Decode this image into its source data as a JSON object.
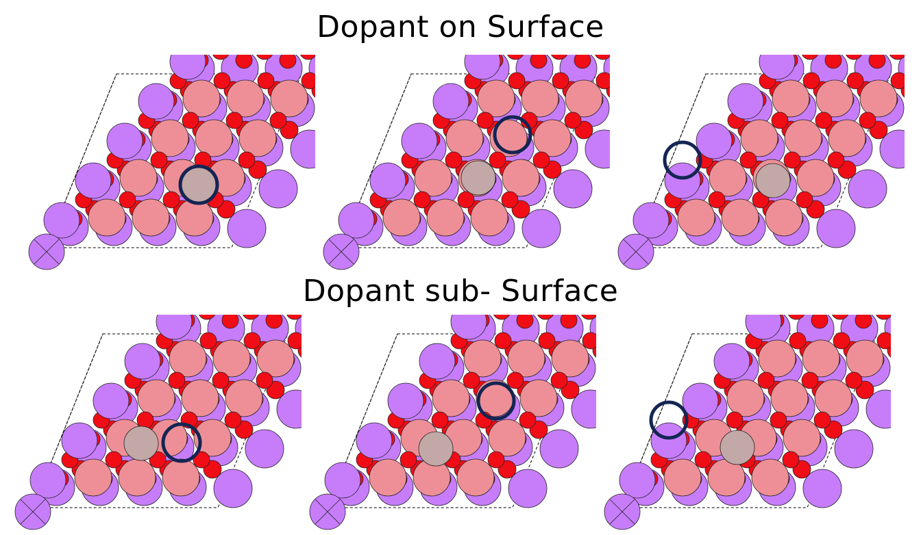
{
  "titles": {
    "top": "Dopant on Surface",
    "bottom": "Dopant sub- Surface"
  },
  "colors": {
    "purple_atom": "#c77dfa",
    "pink_atom": "#ee8f97",
    "red_atom": "#f10d16",
    "dopant_atom": "#c3a8a8",
    "highlight_ring": "#142553",
    "cell_outline": "#000000"
  },
  "panels": [
    {
      "row": "top",
      "column": 1,
      "highlight": "dopant"
    },
    {
      "row": "top",
      "column": 2,
      "highlight": "pink-site"
    },
    {
      "row": "top",
      "column": 3,
      "highlight": "purple-site"
    },
    {
      "row": "bottom",
      "column": 1,
      "highlight": "pink-site-right"
    },
    {
      "row": "bottom",
      "column": 2,
      "highlight": "pink-site-upper"
    },
    {
      "row": "bottom",
      "column": 3,
      "highlight": "purple-site"
    }
  ]
}
